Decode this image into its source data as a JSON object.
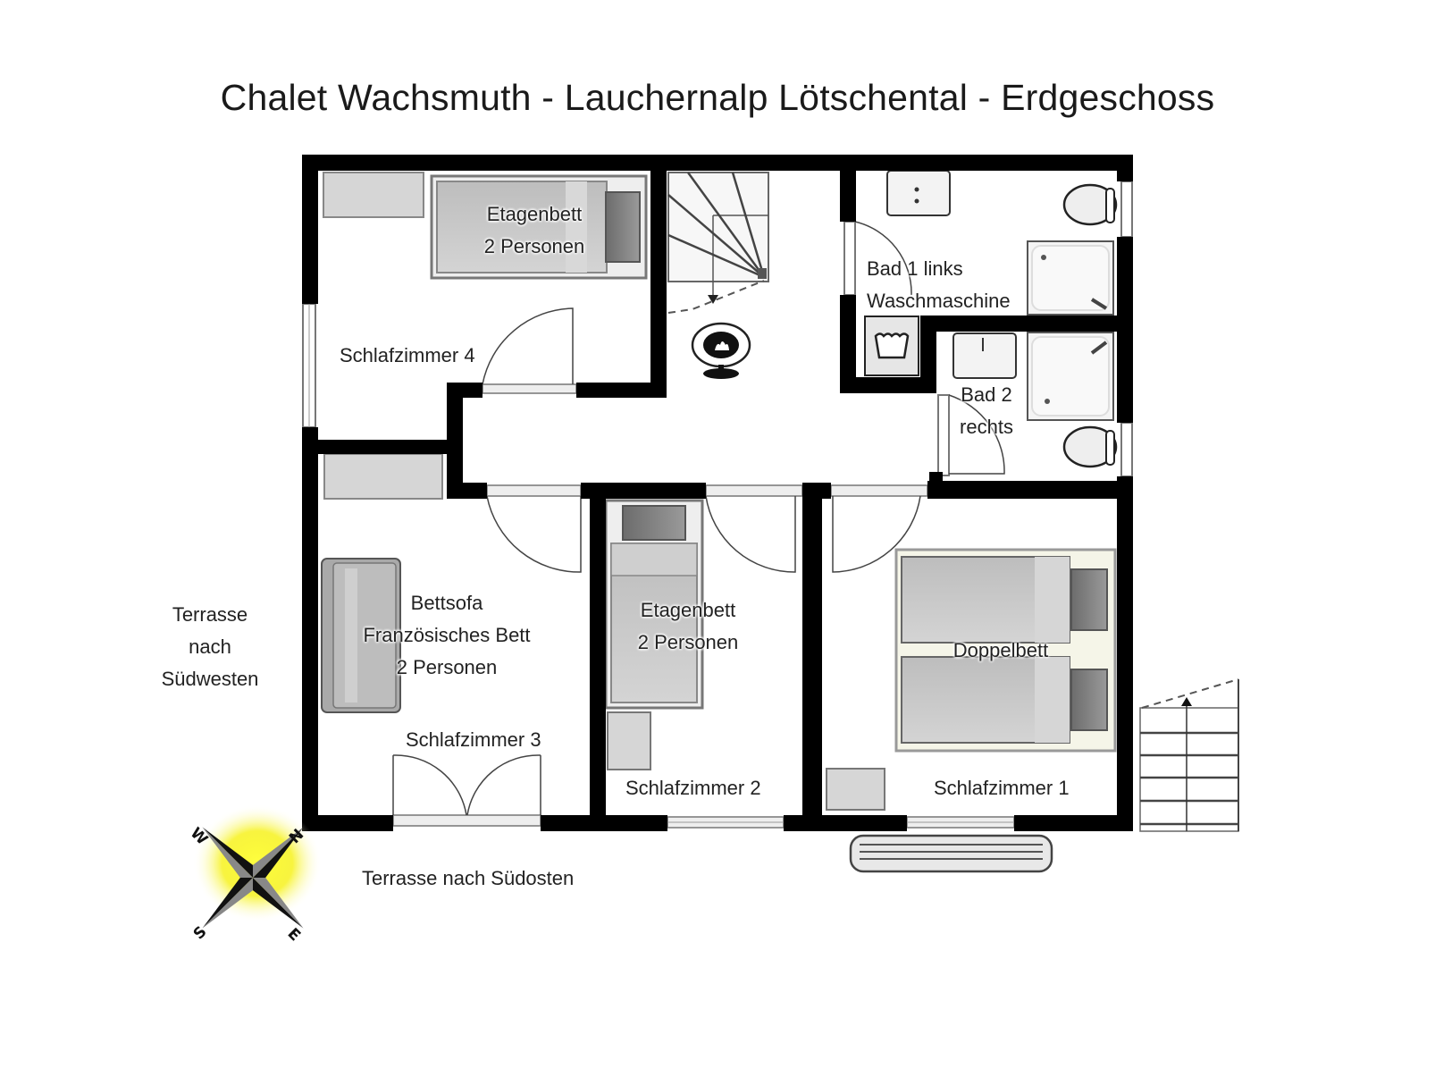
{
  "title": "Chalet Wachsmuth - Lauchernalp Lötschental - Erdgeschoss",
  "colors": {
    "wall": "#000000",
    "furniture": "#c8c8c8",
    "pillow": "#808080",
    "sun": "#f5f000",
    "background": "#ffffff"
  },
  "rooms": {
    "schlafzimmer_4": {
      "name": "Schlafzimmer 4",
      "bed_line1": "Etagenbett",
      "bed_line2": "2 Personen"
    },
    "bad_1": {
      "line1": "Bad 1 links",
      "line2": "Waschmaschine"
    },
    "bad_2": {
      "line1": "Bad 2",
      "line2": "rechts"
    },
    "schlafzimmer_3": {
      "name": "Schlafzimmer 3",
      "bed_line1": "Bettsofa",
      "bed_line2": "Französisches Bett",
      "bed_line3": "2 Personen"
    },
    "schlafzimmer_2": {
      "name": "Schlafzimmer 2",
      "bed_line1": "Etagenbett",
      "bed_line2": "2 Personen"
    },
    "schlafzimmer_1": {
      "name": "Schlafzimmer 1",
      "bed_label": "Doppelbett"
    }
  },
  "outside": {
    "terrace_sw_line1": "Terrasse",
    "terrace_sw_line2": "nach",
    "terrace_sw_line3": "Südwesten",
    "terrace_so": "Terrasse nach Südosten"
  },
  "compass": {
    "n": "N",
    "e": "E",
    "s": "S",
    "w": "W"
  },
  "icons": [
    "stairs-icon",
    "stove-icon",
    "washing-machine-icon",
    "sink-icon",
    "toilet-icon",
    "shower-icon",
    "compass-rose-icon",
    "doormat-icon",
    "entrance-stairs-icon"
  ]
}
